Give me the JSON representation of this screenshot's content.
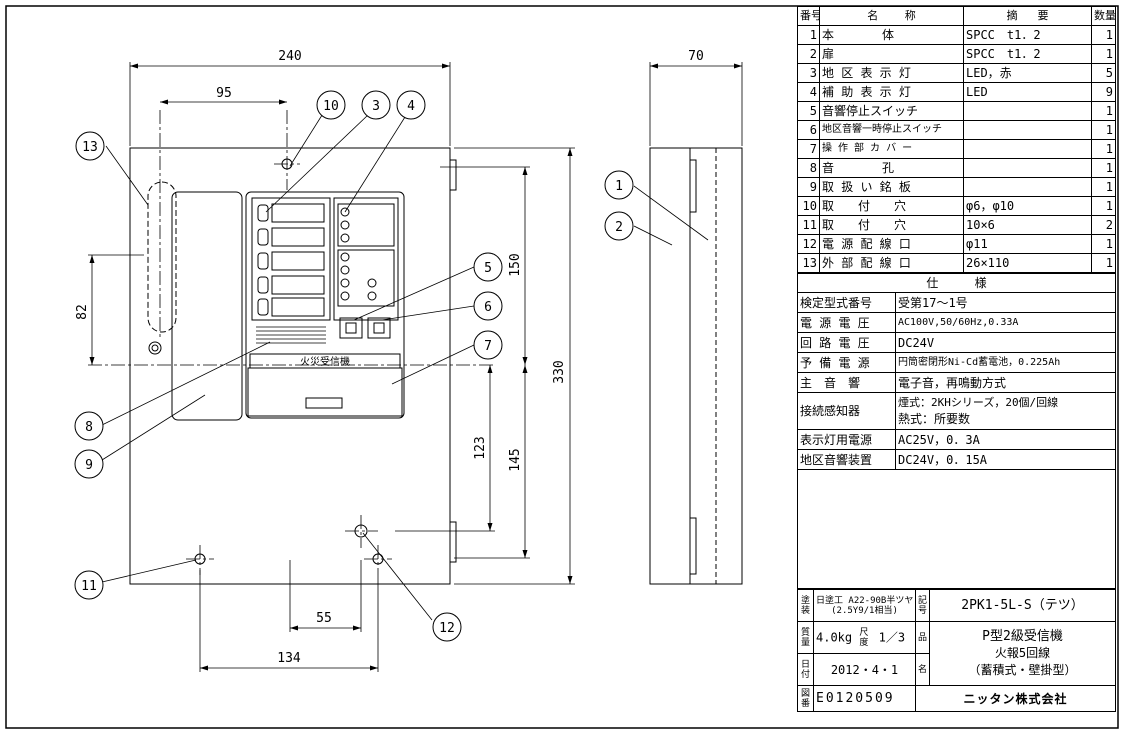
{
  "dimensions": {
    "d240": "240",
    "d95": "95",
    "d70": "70",
    "d150": "150",
    "d330": "330",
    "d82": "82",
    "d123": "123",
    "d145": "145",
    "d55": "55",
    "d134": "134"
  },
  "callouts": {
    "c1": "1",
    "c2": "2",
    "c3": "3",
    "c4": "4",
    "c5": "5",
    "c6": "6",
    "c7": "7",
    "c8": "8",
    "c9": "9",
    "c10": "10",
    "c11": "11",
    "c12": "12",
    "c13": "13"
  },
  "panel_label": "火災受信機",
  "parts_header": {
    "no": "番号",
    "name_a": "名",
    "name_b": "称",
    "summary_a": "摘",
    "summary_b": "要",
    "qty": "数量"
  },
  "parts": [
    {
      "no": "1",
      "name": "本　　　　体",
      "summary": "SPCC　t1．2",
      "qty": "1"
    },
    {
      "no": "2",
      "name": "扉",
      "summary": "SPCC　t1．2",
      "qty": "1"
    },
    {
      "no": "3",
      "name": "地 区 表 示 灯",
      "summary": "LED，赤",
      "qty": "5"
    },
    {
      "no": "4",
      "name": "補 助 表 示 灯",
      "summary": "LED",
      "qty": "9"
    },
    {
      "no": "5",
      "name": "音響停止スイッチ",
      "summary": "",
      "qty": "1"
    },
    {
      "no": "6",
      "name": "地区音響一時停止スイッチ",
      "summary": "",
      "qty": "1"
    },
    {
      "no": "7",
      "name": "操 作 部 カ バ ー",
      "summary": "",
      "qty": "1"
    },
    {
      "no": "8",
      "name": "音　　　　孔",
      "summary": "",
      "qty": "1"
    },
    {
      "no": "9",
      "name": "取 扱 い 銘 板",
      "summary": "",
      "qty": "1"
    },
    {
      "no": "10",
      "name": "取　　付　　穴",
      "summary": "φ6，φ10",
      "qty": "1"
    },
    {
      "no": "11",
      "name": "取　　付　　穴",
      "summary": "10×6",
      "qty": "2"
    },
    {
      "no": "12",
      "name": "電 源 配 線 口",
      "summary": "φ11",
      "qty": "1"
    },
    {
      "no": "13",
      "name": "外 部 配 線 口",
      "summary": "26×110",
      "qty": "1"
    }
  ],
  "spec_header": {
    "a": "仕",
    "b": "様"
  },
  "specs": [
    {
      "label": "検定型式番号",
      "value": "受第17～1号"
    },
    {
      "label": "電 源 電 圧",
      "value": "AC100V,50/60Hz,0.33A"
    },
    {
      "label": "回 路 電 圧",
      "value": "DC24V"
    },
    {
      "label": "予 備 電 源",
      "value": "円筒密閉形Ni-Cd蓄電池，0.225Ah"
    },
    {
      "label": "主　音　響",
      "value": "電子音，再鳴動方式"
    }
  ],
  "sensor": {
    "label": "接続感知器",
    "line1": "煙式：2KHシリーズ，20個/回線",
    "line2": "熱式：所要数"
  },
  "specs2": [
    {
      "label": "表示灯用電源",
      "value": "AC25V，0．3A"
    },
    {
      "label": "地区音響装置",
      "value": "DC24V，0．15A"
    }
  ],
  "title_block": {
    "paint_label": "塗装",
    "paint_value1": "日塗工 A22-90B半ツヤ",
    "paint_value2": "(2.5Y9/1相当)",
    "symbol_label": "記号",
    "symbol_value": "2PK1-5L-S（テツ）",
    "mass_label": "質量",
    "mass_value": "4.0kg",
    "scale_label": "尺度",
    "scale_value": "1／3",
    "product_label": "品",
    "product_name1": "P型2級受信機",
    "product_name2": "火報5回線",
    "product_name3": "（蓄積式・壁掛型）",
    "date_label": "日付",
    "date_value": "2012・4・1",
    "name_label": "名",
    "drawing_label": "図番",
    "drawing_value": "E0120509",
    "company": "ニッタン株式会社"
  }
}
